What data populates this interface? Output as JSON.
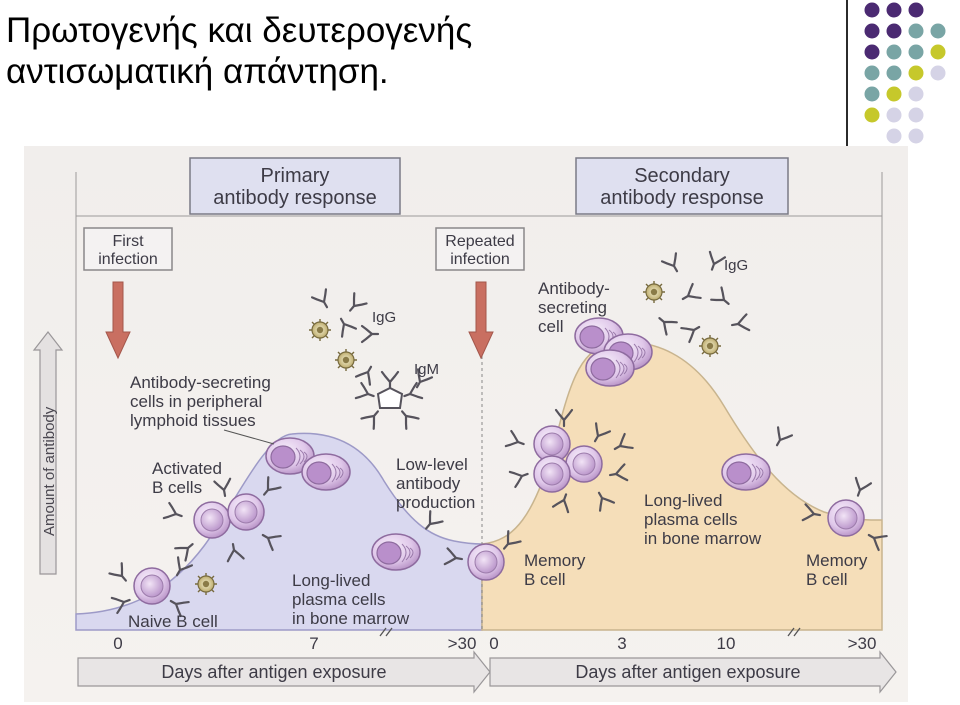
{
  "slide": {
    "title_line1": "Πρωτογενής και δευτερογενής",
    "title_line2": "αντισωματική απάντηση."
  },
  "decor_dots": {
    "colors": {
      "purple": "#4b2a72",
      "teal": "#79a5a5",
      "yellow": "#c6c82b",
      "lavender": "#d5d3e6"
    }
  },
  "figure": {
    "primary_box": {
      "line1": "Primary",
      "line2": "antibody response"
    },
    "secondary_box": {
      "line1": "Secondary",
      "line2": "antibody response"
    },
    "first_infection": {
      "line1": "First",
      "line2": "infection"
    },
    "repeated_infection": {
      "line1": "Repeated",
      "line2": "infection"
    },
    "y_axis_label": "Amount of antibody",
    "primary_ticks": [
      "0",
      "7",
      ">30"
    ],
    "secondary_ticks": [
      "0",
      "3",
      "10",
      ">30"
    ],
    "x_axis_label_left": "Days after antigen exposure",
    "x_axis_label_right": "Days after antigen exposure",
    "labels": {
      "naive": "Naive B cell",
      "activated_1": "Activated",
      "activated_2": "B cells",
      "asc_periph_1": "Antibody-secreting",
      "asc_periph_2": "cells in peripheral",
      "asc_periph_3": "lymphoid tissues",
      "igg_1": "IgG",
      "igm": "IgM",
      "low_1": "Low-level",
      "low_2": "antibody",
      "low_3": "production",
      "llpc_left_1": "Long-lived",
      "llpc_left_2": "plasma cells",
      "llpc_left_3": "in bone marrow",
      "memory_left_1": "Memory",
      "memory_left_2": "B cell",
      "asc_sec_1": "Antibody-",
      "asc_sec_2": "secreting",
      "asc_sec_3": "cell",
      "igg_2": "IgG",
      "llpc_right_1": "Long-lived",
      "llpc_right_2": "plasma cells",
      "llpc_right_3": "in bone marrow",
      "memory_right_1": "Memory",
      "memory_right_2": "B cell"
    }
  }
}
